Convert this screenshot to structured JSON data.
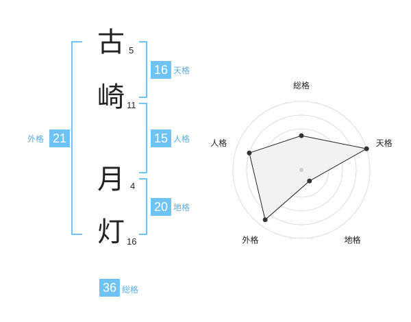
{
  "name": {
    "chars": [
      {
        "char": "古",
        "strokes": "5"
      },
      {
        "char": "崎",
        "strokes": "11"
      },
      {
        "char": "月",
        "strokes": "4"
      },
      {
        "char": "灯",
        "strokes": "16"
      }
    ]
  },
  "kakusu": {
    "tenkaku": {
      "label": "天格",
      "value": "16"
    },
    "jinkaku": {
      "label": "人格",
      "value": "15"
    },
    "chikaku": {
      "label": "地格",
      "value": "20"
    },
    "gaikaku": {
      "label": "外格",
      "value": "21"
    },
    "soukaku": {
      "label": "総格",
      "value": "36"
    }
  },
  "colors": {
    "accent": "#6fc3f4",
    "text": "#222222"
  },
  "chart_data": {
    "type": "radar",
    "axes": [
      "総格",
      "天格",
      "地格",
      "外格",
      "人格"
    ],
    "rings": 5,
    "values": [
      2.5,
      5,
      1,
      4.5,
      4
    ]
  }
}
